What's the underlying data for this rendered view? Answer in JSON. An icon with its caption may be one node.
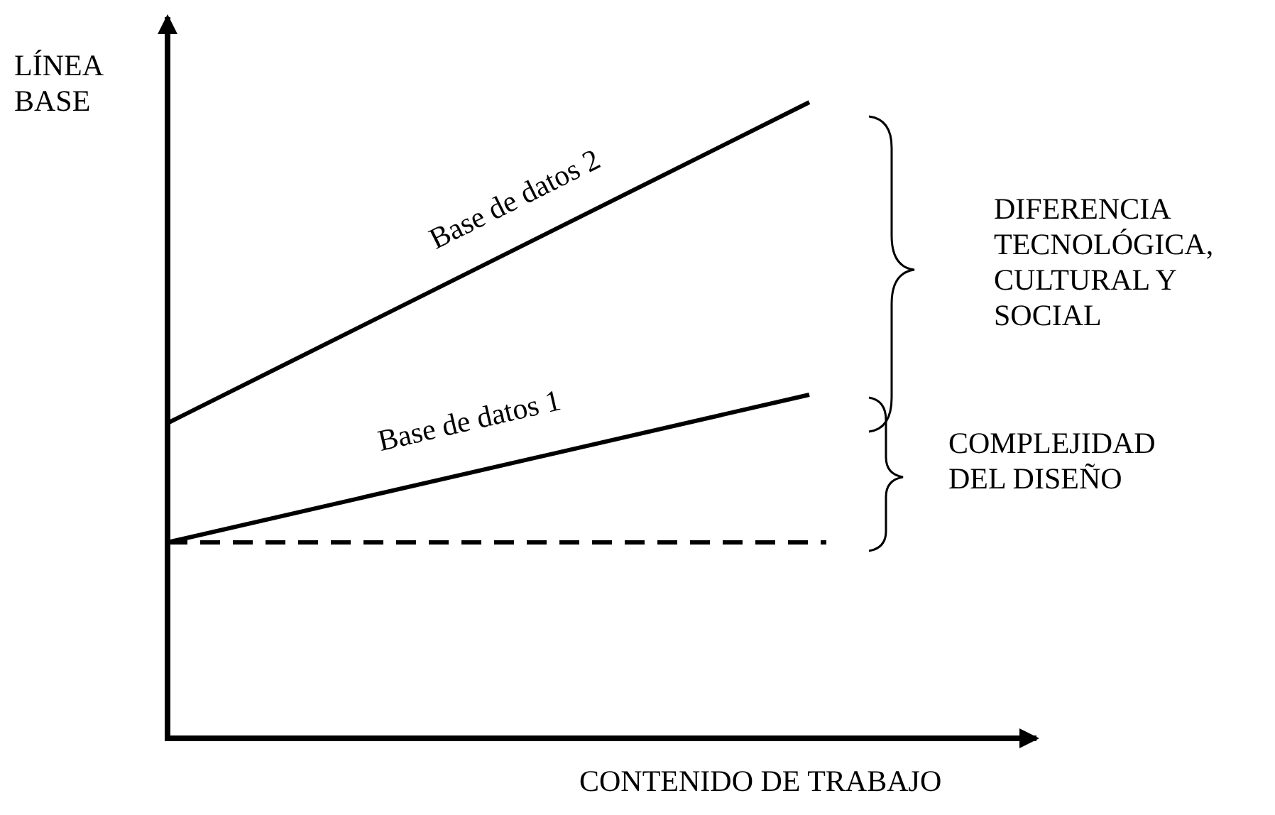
{
  "diagram": {
    "labels": [
      "LÍNEA BASE",
      "Base de datos 2",
      "DIFERENCIA TECNOLÓGICA, CULTURAL Y SOCIAL",
      "Base de datos 1",
      "COMPLEJIDAD DEL DISEÑO",
      "CONTENIDO DE TRABAJO"
    ]
  }
}
